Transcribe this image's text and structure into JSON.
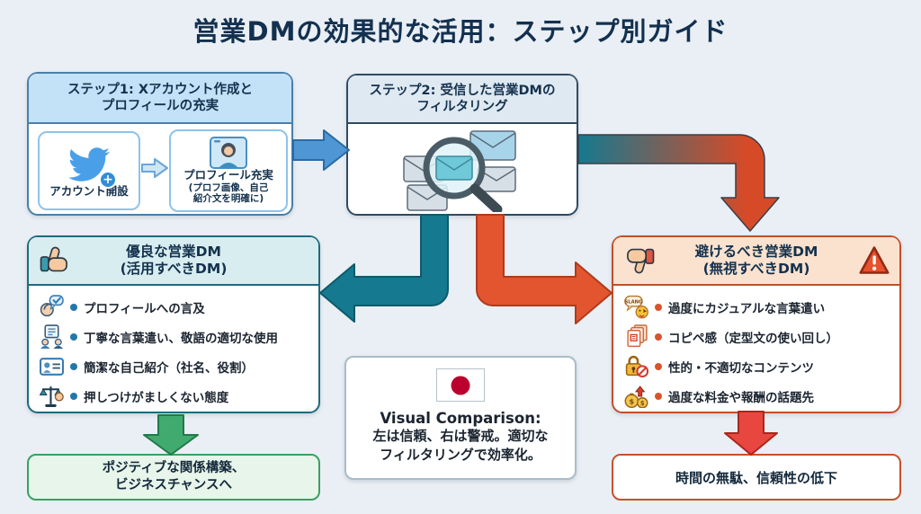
{
  "title": "営業DMの効果的な活用：ステップ別ガイド",
  "step1": {
    "header_line1": "ステップ1: Xアカウント作成と",
    "header_line2": "プロフィールの充実",
    "account_label": "アカウント開設",
    "plus_mark": "+",
    "profile_label": "プロフィール充実",
    "profile_note_line1": "(プロフ画像、自己",
    "profile_note_line2": "紹介文を明確に)"
  },
  "step2": {
    "header_line1": "ステップ2: 受信した営業DMの",
    "header_line2": "フィルタリング"
  },
  "good_box": {
    "title": "優良な営業DM",
    "subtitle": "(活用すべきDM)",
    "items": [
      {
        "icon": "person-speech-check-icon",
        "text": "プロフィールへの言及"
      },
      {
        "icon": "polite-language-icon",
        "text": "丁寧な言葉遣い、敬語の適切な使用"
      },
      {
        "icon": "id-card-icon",
        "text": "簡潔な自己紹介（社名、役割）"
      },
      {
        "icon": "balance-hand-icon",
        "text": "押しつけがましくない態度"
      }
    ]
  },
  "bad_box": {
    "title": "避けるべき営業DM",
    "subtitle": "(無視すべきDM)",
    "slang_label": "SLANG",
    "money_symbol": "$",
    "items": [
      {
        "icon": "slang-speech-icon",
        "text": "過度にカジュアルな言葉遣い"
      },
      {
        "icon": "copy-paste-icon",
        "text": "コピペ感（定型文の使い回し）"
      },
      {
        "icon": "lock-block-icon",
        "text": "性的・不適切なコンテンツ"
      },
      {
        "icon": "money-bags-icon",
        "text": "過度な料金や報酬の話題先"
      }
    ]
  },
  "comparison": {
    "heading": "Visual Comparison:",
    "line1": "左は信頼、右は警戒。適切な",
    "line2": "フィルタリングで効率化。"
  },
  "good_outcome": {
    "line1": "ポジティブな関係構築、",
    "line2": "ビジネスチャンスへ"
  },
  "bad_outcome": {
    "text": "時間の無駄、信頼性の低下"
  },
  "colors": {
    "background": "#e9eff5",
    "title_text": "#13304f",
    "good_accent": "#1d6b7d",
    "good_header_bg": "#d8edf0",
    "bad_accent": "#c14f2a",
    "bad_header_bg": "#fbe2ce",
    "blue_arrow": "#4f96d4",
    "teal_arrow": "#15798f",
    "orange_arrow": "#e2552f",
    "green_arrow": "#41aa6e",
    "red_arrow": "#e8473f",
    "flag_red": "#bc002d"
  }
}
